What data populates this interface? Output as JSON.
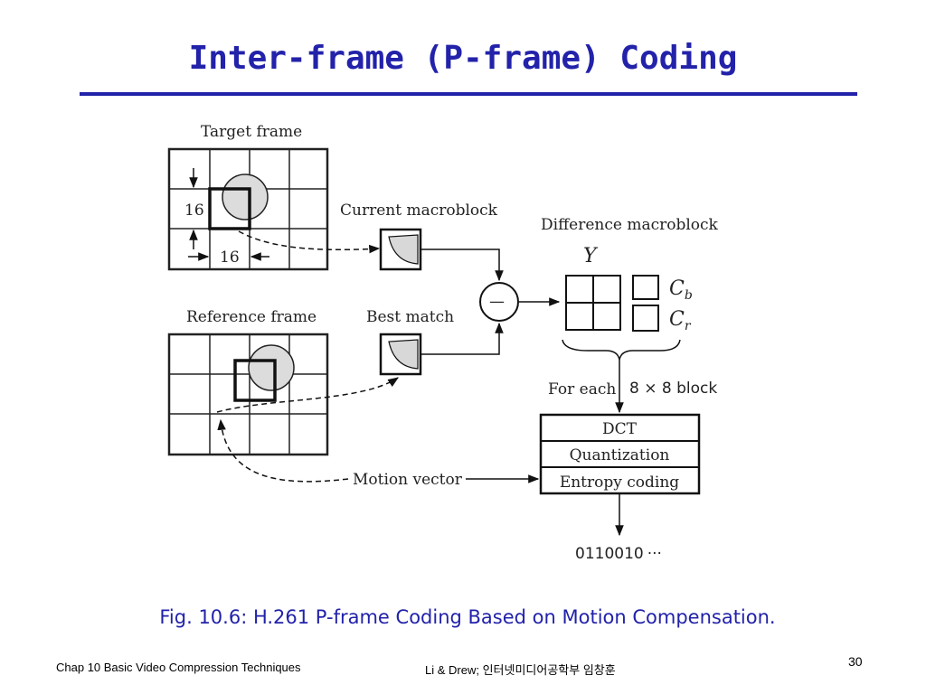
{
  "slide": {
    "title": "Inter-frame (P-frame) Coding",
    "caption": "Fig. 10.6: H.261 P-frame Coding Based on Motion Compensation.",
    "page_number": "30"
  },
  "footer": {
    "left": "Chap 10  Basic Video Compression Techniques",
    "center": "Li & Drew; 인터넷미디어공학부 임창훈"
  },
  "diagram": {
    "target_frame_label": "Target frame",
    "reference_frame_label": "Reference frame",
    "current_macroblock_label": "Current macroblock",
    "best_match_label": "Best match",
    "difference_macroblock_label": "Difference macroblock",
    "motion_vector_label": "Motion vector",
    "dim_vertical": "16",
    "dim_horizontal": "16",
    "subtract_symbol": "—",
    "y_label": "Y",
    "cb_label": "C",
    "cb_sub": "b",
    "cr_label": "C",
    "cr_sub": "r",
    "for_each_label": "For each",
    "block_size_label": "8 × 8  block",
    "pipeline": [
      "DCT",
      "Quantization",
      "Entropy coding"
    ],
    "output_bits": "0110010",
    "output_ellipsis": "···"
  }
}
